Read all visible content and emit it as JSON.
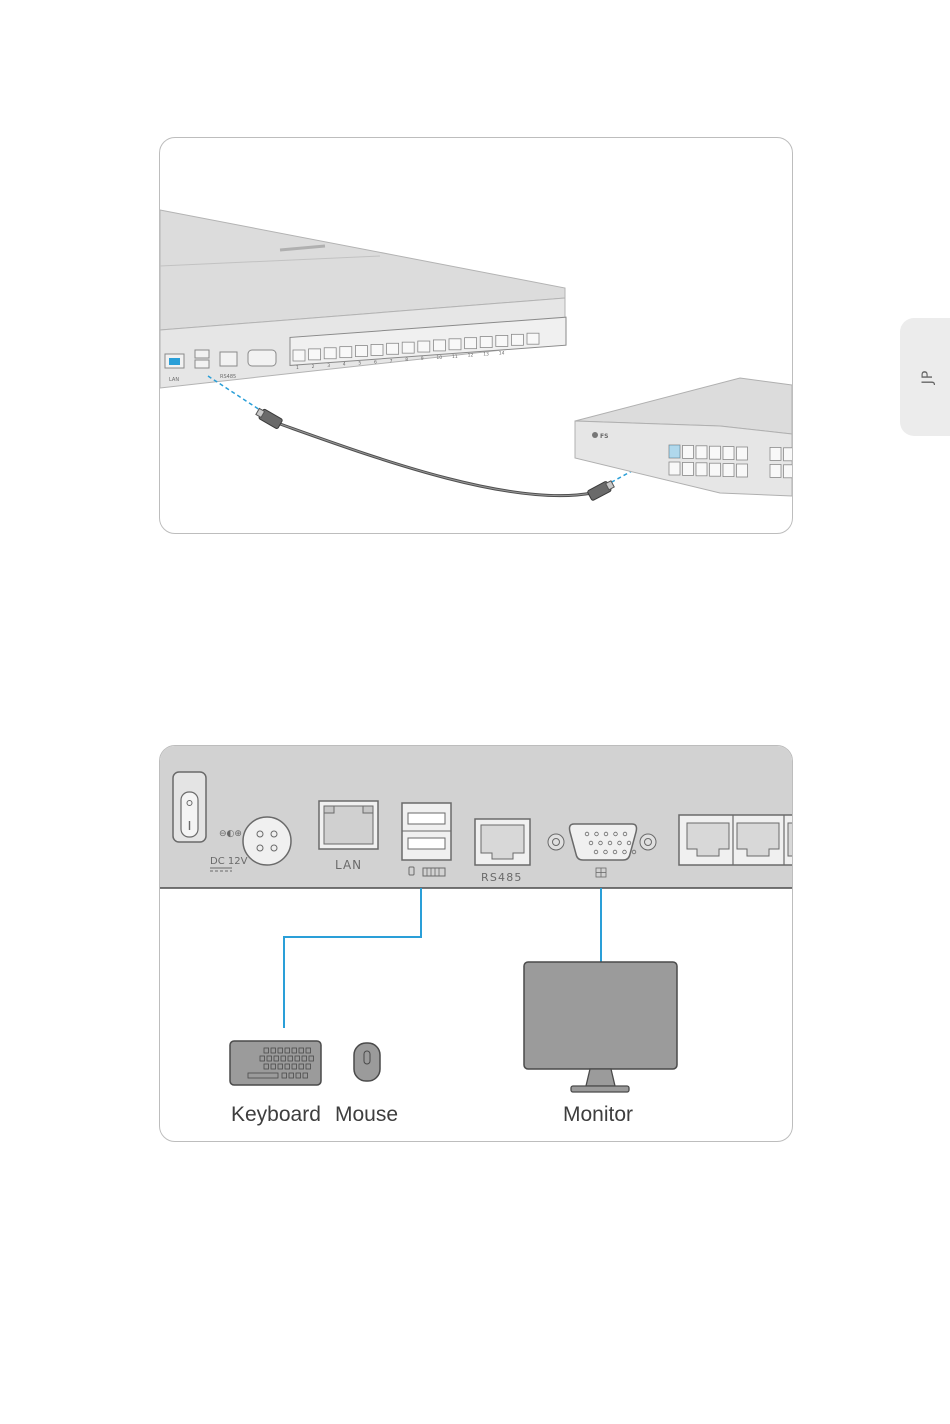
{
  "side_tab": {
    "label": "JP"
  },
  "panel1": {
    "server_labels": {
      "lan": "LAN",
      "rs485": "RS485",
      "ports_row": [
        "1",
        "2",
        "3",
        "4",
        "5",
        "6",
        "7",
        "8",
        "9",
        "10",
        "11",
        "12",
        "13",
        "14"
      ]
    },
    "switch_logo": "FS"
  },
  "panel2": {
    "port_labels": {
      "dc": "DC 12V",
      "lan": "LAN",
      "rs485": "RS485"
    },
    "devices": {
      "keyboard": "Keyboard",
      "mouse": "Mouse",
      "monitor": "Monitor"
    }
  },
  "colors": {
    "connector_line": "#2a9fd8",
    "device_fill": "#9b9b9b",
    "panel_fill": "#d2d2d2"
  }
}
